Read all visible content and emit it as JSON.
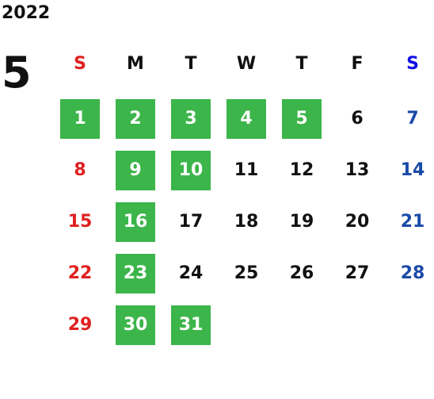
{
  "year": "2022",
  "month": "5",
  "colors": {
    "highlight": "#3cb54a",
    "sunday": "#e02020",
    "saturday_header": "#1010e0",
    "saturday": "#1a4aa8",
    "weekday": "#111111"
  },
  "weekdays": [
    "S",
    "M",
    "T",
    "W",
    "T",
    "F",
    "S"
  ],
  "weeks": [
    [
      {
        "d": "1",
        "hl": true
      },
      {
        "d": "2",
        "hl": true
      },
      {
        "d": "3",
        "hl": true
      },
      {
        "d": "4",
        "hl": true
      },
      {
        "d": "5",
        "hl": true
      },
      {
        "d": "6",
        "hl": false
      },
      {
        "d": "7",
        "hl": false
      }
    ],
    [
      {
        "d": "8",
        "hl": false
      },
      {
        "d": "9",
        "hl": true
      },
      {
        "d": "10",
        "hl": true
      },
      {
        "d": "11",
        "hl": false
      },
      {
        "d": "12",
        "hl": false
      },
      {
        "d": "13",
        "hl": false
      },
      {
        "d": "14",
        "hl": false
      }
    ],
    [
      {
        "d": "15",
        "hl": false
      },
      {
        "d": "16",
        "hl": true
      },
      {
        "d": "17",
        "hl": false
      },
      {
        "d": "18",
        "hl": false
      },
      {
        "d": "19",
        "hl": false
      },
      {
        "d": "20",
        "hl": false
      },
      {
        "d": "21",
        "hl": false
      }
    ],
    [
      {
        "d": "22",
        "hl": false
      },
      {
        "d": "23",
        "hl": true
      },
      {
        "d": "24",
        "hl": false
      },
      {
        "d": "25",
        "hl": false
      },
      {
        "d": "26",
        "hl": false
      },
      {
        "d": "27",
        "hl": false
      },
      {
        "d": "28",
        "hl": false
      }
    ],
    [
      {
        "d": "29",
        "hl": false
      },
      {
        "d": "30",
        "hl": true
      },
      {
        "d": "31",
        "hl": true
      }
    ]
  ]
}
